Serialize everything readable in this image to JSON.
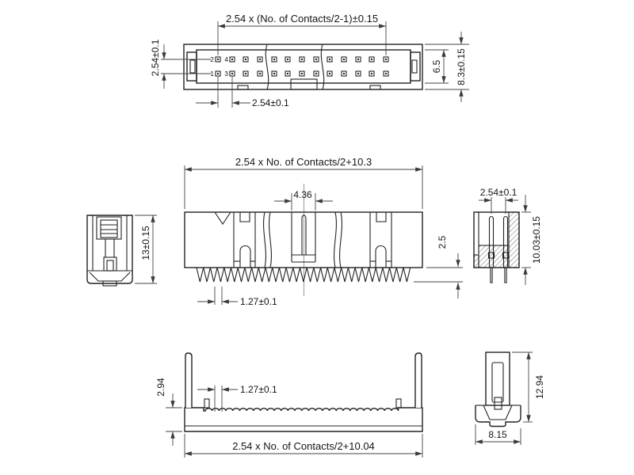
{
  "drawing": {
    "type": "connector-technical-drawing",
    "colors": {
      "background": "#ffffff",
      "line": "#222222",
      "dim_line": "#454545",
      "text": "#151515"
    },
    "views": {
      "top": {
        "dim_span_top": "2.54 x (No. of Contacts/2-1)±0.15",
        "dim_row_pitch": "2.54±0.1",
        "dim_col_pitch": "2.54±0.1",
        "dim_inner_height": "6.5",
        "dim_outer_height": "8.3±0.15",
        "pin_labels": {
          "top_first": "2",
          "top_second": "4",
          "bottom_first": "1",
          "bottom_second": "3"
        }
      },
      "front": {
        "dim_overall_width": "2.54 x No. of Contacts/2+10.3",
        "dim_center_slot": "4.36",
        "dim_tail_pitch": "1.27±0.1",
        "dim_tail_length": "2.5"
      },
      "left_side": {
        "dim_height": "13±0.15"
      },
      "section": {
        "dim_pin_spacing": "2.54±0.1",
        "dim_body_height": "10.03±0.15"
      },
      "bottom": {
        "dim_strip_height": "2.94",
        "dim_tail_pitch": "1.27±0.1",
        "dim_overall_width": "2.54 x No. of Contacts/2+10.04"
      },
      "bottom_side": {
        "dim_height": "12.94",
        "dim_width": "8.15"
      }
    }
  }
}
